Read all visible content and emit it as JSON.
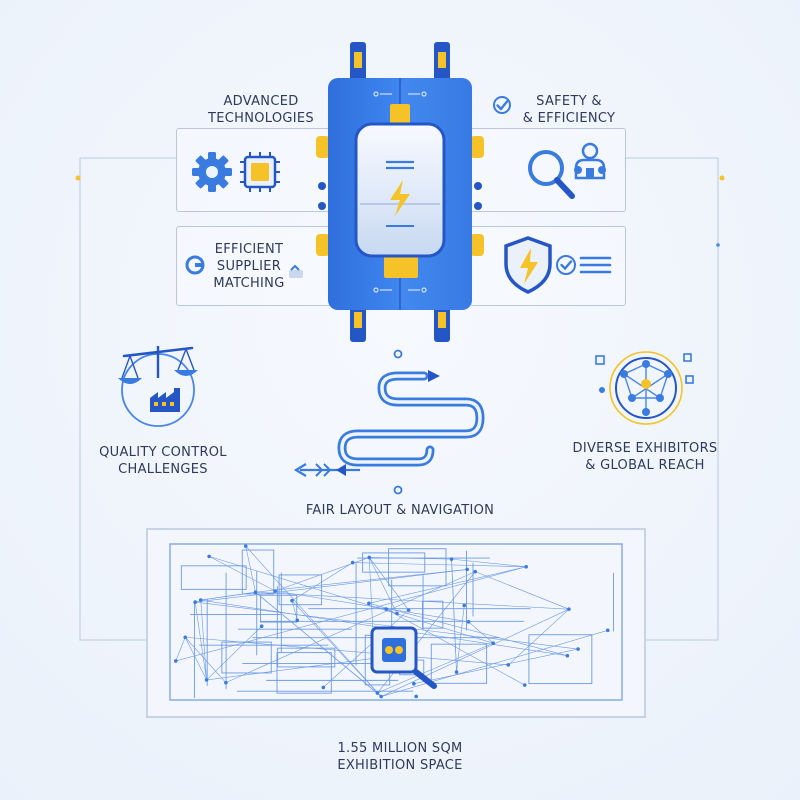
{
  "labels": {
    "advanced_technologies": "ADVANCED\nTECHNOLOGIES",
    "safety_efficiency": "SAFETY &\n& EFFICIENCY",
    "efficient_supplier_matching": "EFFICIENT\nSUPPLIER\nMATCHING",
    "quality_control": "QUALITY CONTROL\nCHALLENGES",
    "diverse_exhibitors": "DIVERSE EXHIBITORS\n& GLOBAL REACH",
    "fair_layout": "FAIR LAYOUT & NAVIGATION",
    "exhibition_space": "1.55 MILLION SQM\nEXHIBITION SPACE"
  },
  "colors": {
    "primary_blue": "#3a7be0",
    "dark_blue": "#2457c5",
    "accent_yellow": "#f5c227",
    "line_blue": "#4a86e8",
    "panel_border": "#b9c8de",
    "text": "#2f3a5a"
  },
  "icons": [
    "gear-icon",
    "chip-icon",
    "magnifier-icon",
    "people-icon",
    "shield-lightning-icon",
    "checklist-icon",
    "balance-scale-icon",
    "factory-icon",
    "network-globe-icon",
    "route-arrow-icon",
    "battery-module-icon",
    "floor-plan-icon"
  ]
}
